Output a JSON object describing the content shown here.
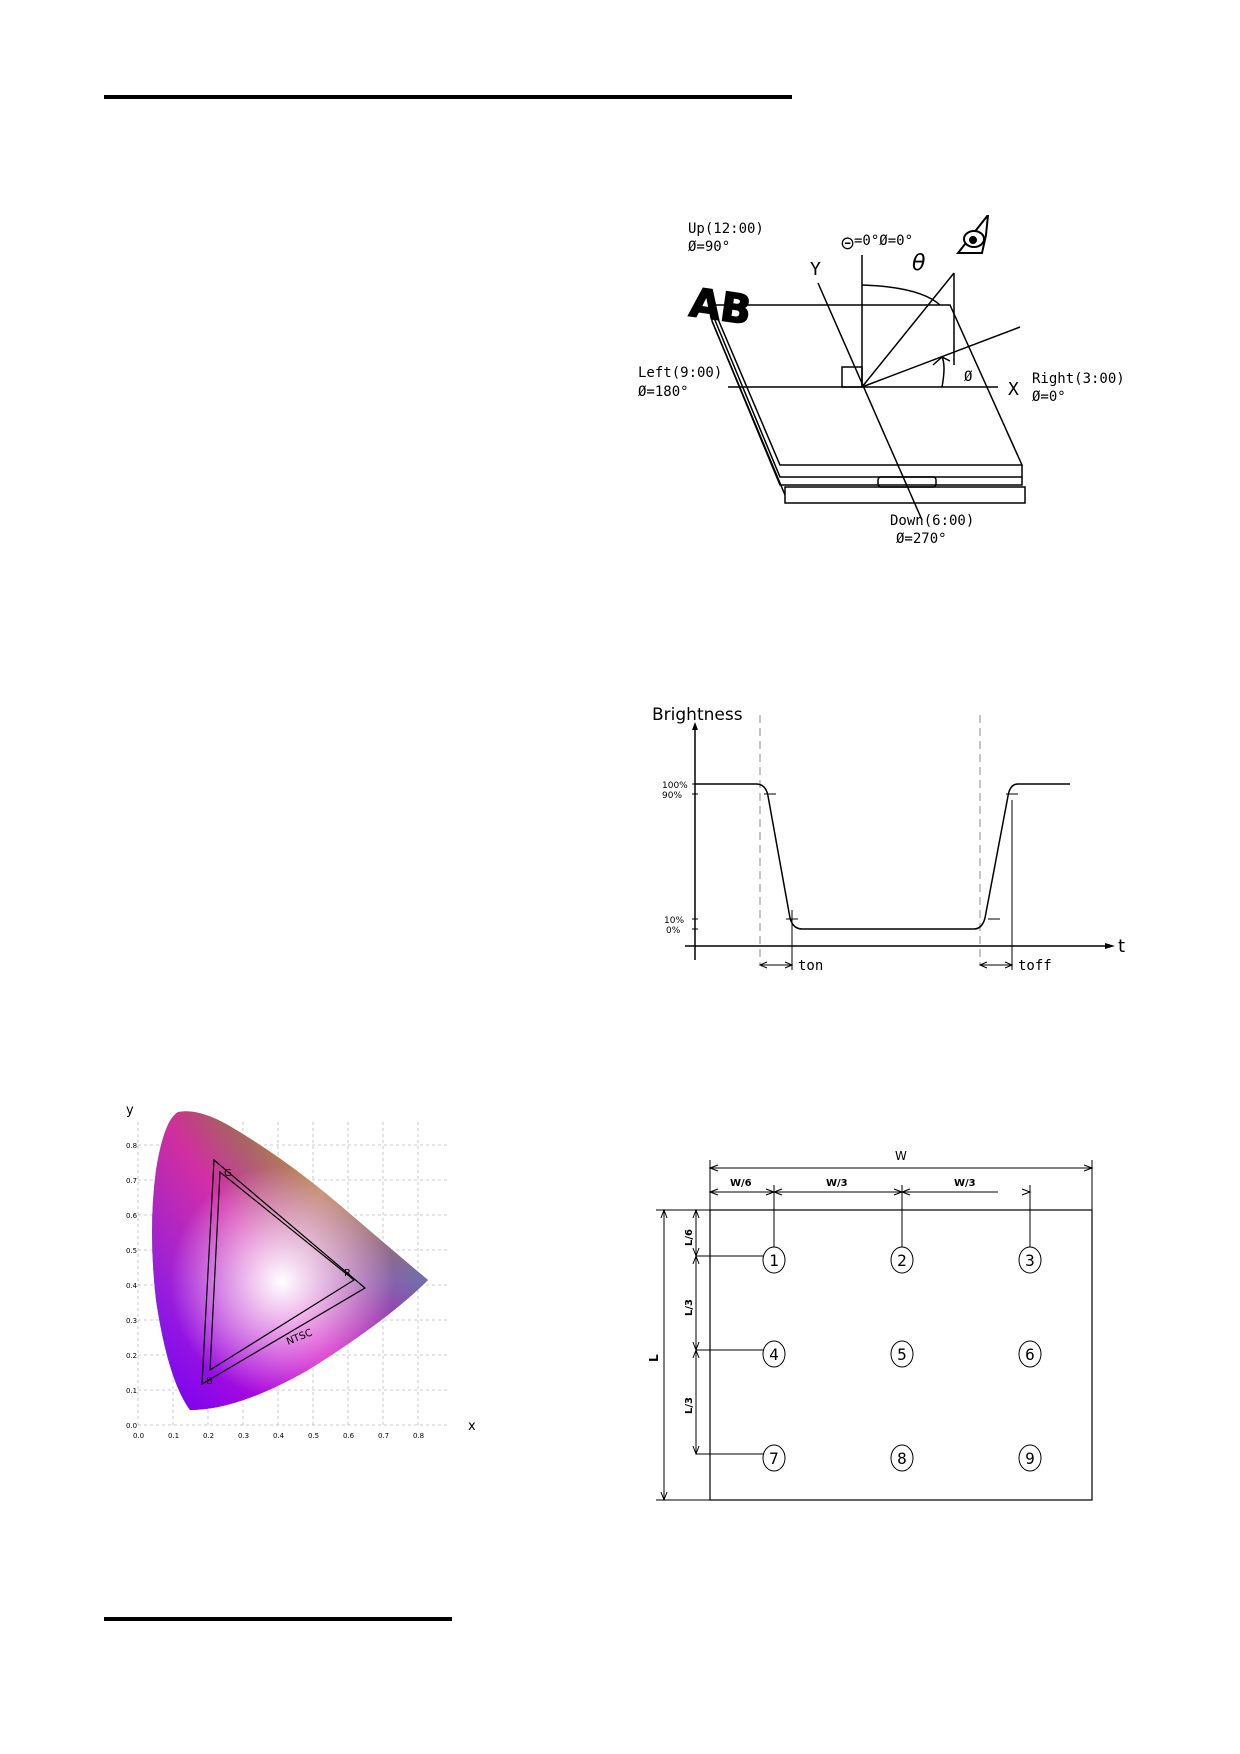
{
  "viewing_angle": {
    "up_label": "Up(12:00)",
    "up_angle": "Ø=90°",
    "theta_phi_zero": "=0°Ø=0°",
    "theta_symbol": "θ",
    "y_axis": "Y",
    "x_axis": "X",
    "left_label": "Left(9:00)",
    "left_angle": "Ø=180°",
    "right_label": "Right(3:00)",
    "right_angle": "Ø=0°",
    "down_label": "Down(6:00)",
    "down_angle": "Ø=270°",
    "phi_symbol": "Ø",
    "panel_text": "AB"
  },
  "response_time": {
    "y_title": "Brightness",
    "x_title": "t",
    "levels": [
      "100%",
      "90%",
      "10%",
      "0%"
    ],
    "ton": "ton",
    "toff": "toff"
  },
  "cie": {
    "y_axis": "y",
    "x_axis": "x",
    "x_ticks": [
      "0.0",
      "0.1",
      "0.2",
      "0.3",
      "0.4",
      "0.5",
      "0.6",
      "0.7",
      "0.8"
    ],
    "y_ticks": [
      "0.0",
      "0.1",
      "0.2",
      "0.3",
      "0.4",
      "0.5",
      "0.6",
      "0.7",
      "0.8"
    ],
    "points": {
      "G": "G",
      "R": "R",
      "B": "B"
    },
    "ntsc": "NTSC"
  },
  "measure_points": {
    "width": "W",
    "w6": "W/6",
    "w3a": "W/3",
    "w3b": "W/3",
    "length": "L",
    "l6": "L/6",
    "l3a": "L/3",
    "l3b": "L/3",
    "points": [
      "1",
      "2",
      "3",
      "4",
      "5",
      "6",
      "7",
      "8",
      "9"
    ]
  }
}
